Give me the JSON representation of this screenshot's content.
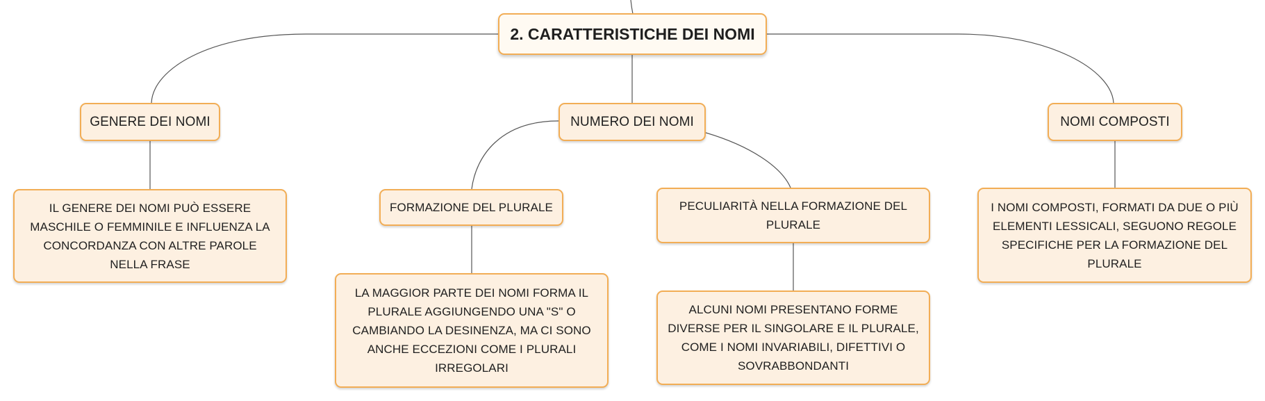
{
  "diagram": {
    "root": {
      "label": "2. CARATTERISTICHE DEI NOMI"
    },
    "topics": {
      "genere": {
        "label": "GENERE DEI NOMI"
      },
      "numero": {
        "label": "NUMERO DEI NOMI"
      },
      "composti": {
        "label": "NOMI COMPOSTI"
      }
    },
    "subtopics": {
      "genere_desc": {
        "label": "IL GENERE DEI NOMI PUÒ ESSERE MASCHILE O FEMMINILE E INFLUENZA LA CONCORDANZA CON ALTRE PAROLE NELLA FRASE"
      },
      "formazione": {
        "label": "FORMAZIONE DEL PLURALE"
      },
      "peculiarita": {
        "label": "PECULIARITÀ NELLA FORMAZIONE DEL PLURALE"
      },
      "composti_desc": {
        "label": "I NOMI COMPOSTI, FORMATI DA DUE O PIÙ ELEMENTI LESSICALI, SEGUONO REGOLE SPECIFICHE PER LA FORMAZIONE DEL PLURALE"
      }
    },
    "details": {
      "formazione_desc": {
        "label": "LA MAGGIOR PARTE DEI NOMI FORMA IL PLURALE AGGIUNGENDO UNA \"S\" O CAMBIANDO LA DESINENZA, MA CI SONO ANCHE ECCEZIONI COME I PLURALI IRREGOLARI"
      },
      "peculiarita_desc": {
        "label": "ALCUNI NOMI PRESENTANO FORME DIVERSE PER IL SINGOLARE E IL PLURALE, COME I NOMI INVARIABILI, DIFETTIVI O SOVRABBONDANTI"
      }
    },
    "colors": {
      "node_fill": "#fdf0e1",
      "node_border": "#f2ad55",
      "connector": "#555555"
    }
  }
}
